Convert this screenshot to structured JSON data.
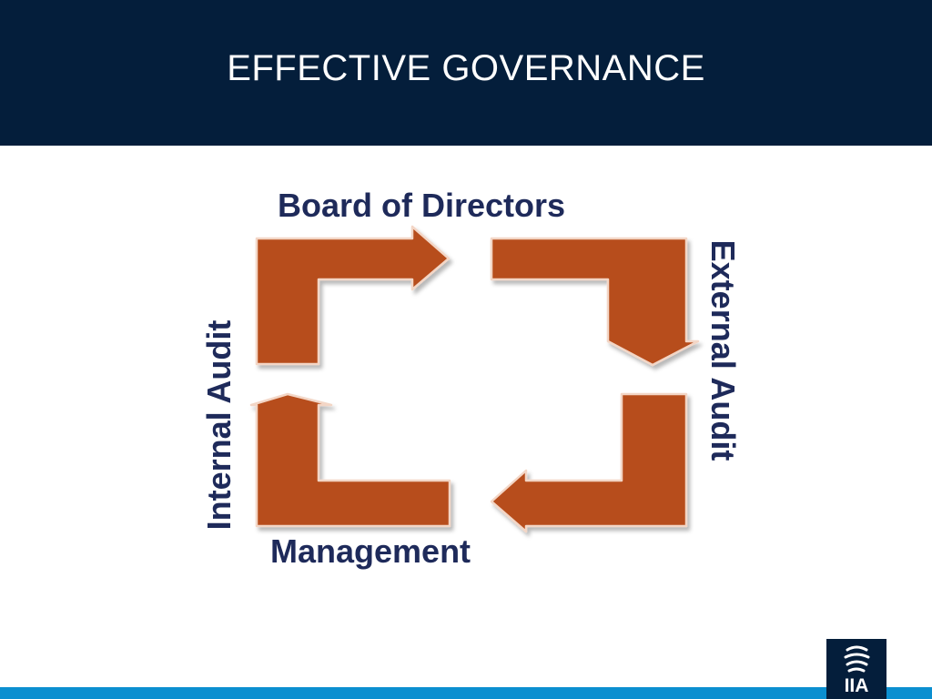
{
  "slide": {
    "title": "EFFECTIVE GOVERNANCE"
  },
  "diagram": {
    "nodes": {
      "top": "Board of Directors",
      "right": "External Audit",
      "bottom": "Management",
      "left": "Internal Audit"
    },
    "arrow_color": "#b74e1c"
  },
  "logo": {
    "text": "IIA",
    "icon": "iia-globe-icon"
  },
  "colors": {
    "header_background": "#041e3b",
    "label_text": "#1e2a5a",
    "footer_bar": "#0b8fd0"
  }
}
